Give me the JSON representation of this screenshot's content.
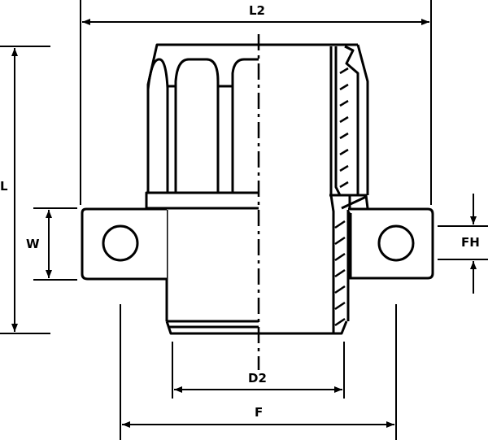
{
  "drawing": {
    "type": "technical-dimension-drawing",
    "subject": "conduit fitting with mounting flange (side view, half section)",
    "line_color": "#000000",
    "background": "#ffffff"
  },
  "dimensions": {
    "L2": "L2",
    "L": "L",
    "W": "W",
    "FH": "FH",
    "D2": "D2",
    "F": "F"
  }
}
